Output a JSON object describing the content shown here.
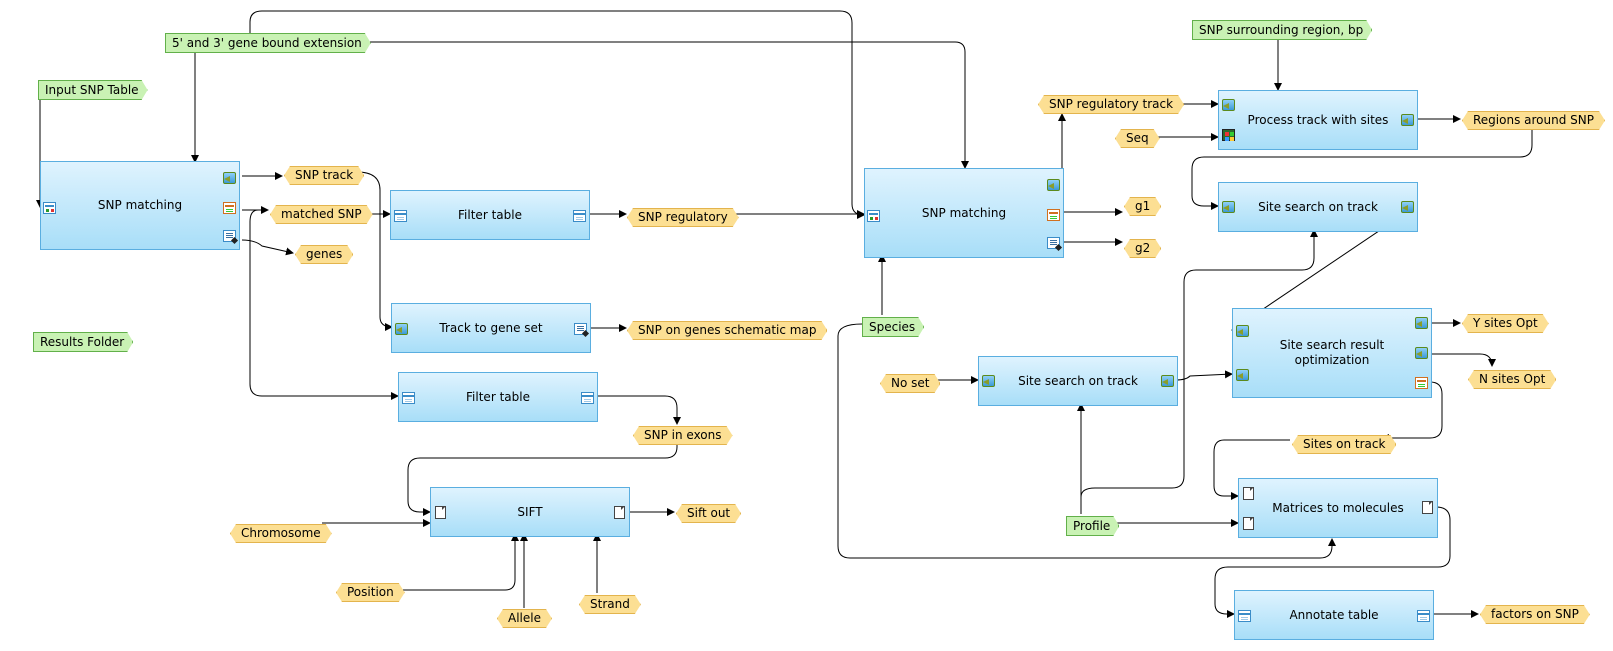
{
  "analyses": {
    "snp_matching_1": "SNP matching",
    "filter_table_1": "Filter table",
    "track_to_gene_set": "Track to gene set",
    "filter_table_2": "Filter table",
    "sift": "SIFT",
    "snp_matching_2": "SNP matching",
    "process_track": "Process track with sites",
    "site_search_1": "Site search on track",
    "site_search_opt": "Site search result optimization",
    "site_search_2": "Site search on track",
    "matrices": "Matrices to molecules",
    "annotate": "Annotate table"
  },
  "parameters": {
    "gene_bound": "5' and 3' gene bound extension",
    "input_snp": "Input SNP Table",
    "results_folder": "Results Folder",
    "species": "Species",
    "surrounding": "SNP surrounding region, bp",
    "profile": "Profile"
  },
  "variables": {
    "snp_track": "SNP track",
    "matched_snp": "matched SNP",
    "genes": "genes",
    "snp_regulatory": "SNP regulatory",
    "snp_on_genes": "SNP on genes schematic map",
    "snp_in_exons": "SNP in exons",
    "chromosome": "Chromosome",
    "position": "Position",
    "allele": "Allele",
    "strand": "Strand",
    "sift_out": "Sift out",
    "snp_regulatory_track": "SNP regulatory track",
    "seq": "Seq",
    "regions_around": "Regions around SNP",
    "g1": "g1",
    "g2": "g2",
    "no_set": "No set",
    "y_sites": "Y sites Opt",
    "n_sites": "N sites Opt",
    "sites_on_track": "Sites on track",
    "factors": "factors on SNP"
  },
  "colors": {
    "node_border": "#5aaee0",
    "parameter_fill": "#c9f2b4",
    "variable_fill": "#fcdf93",
    "edge": "#000000"
  }
}
